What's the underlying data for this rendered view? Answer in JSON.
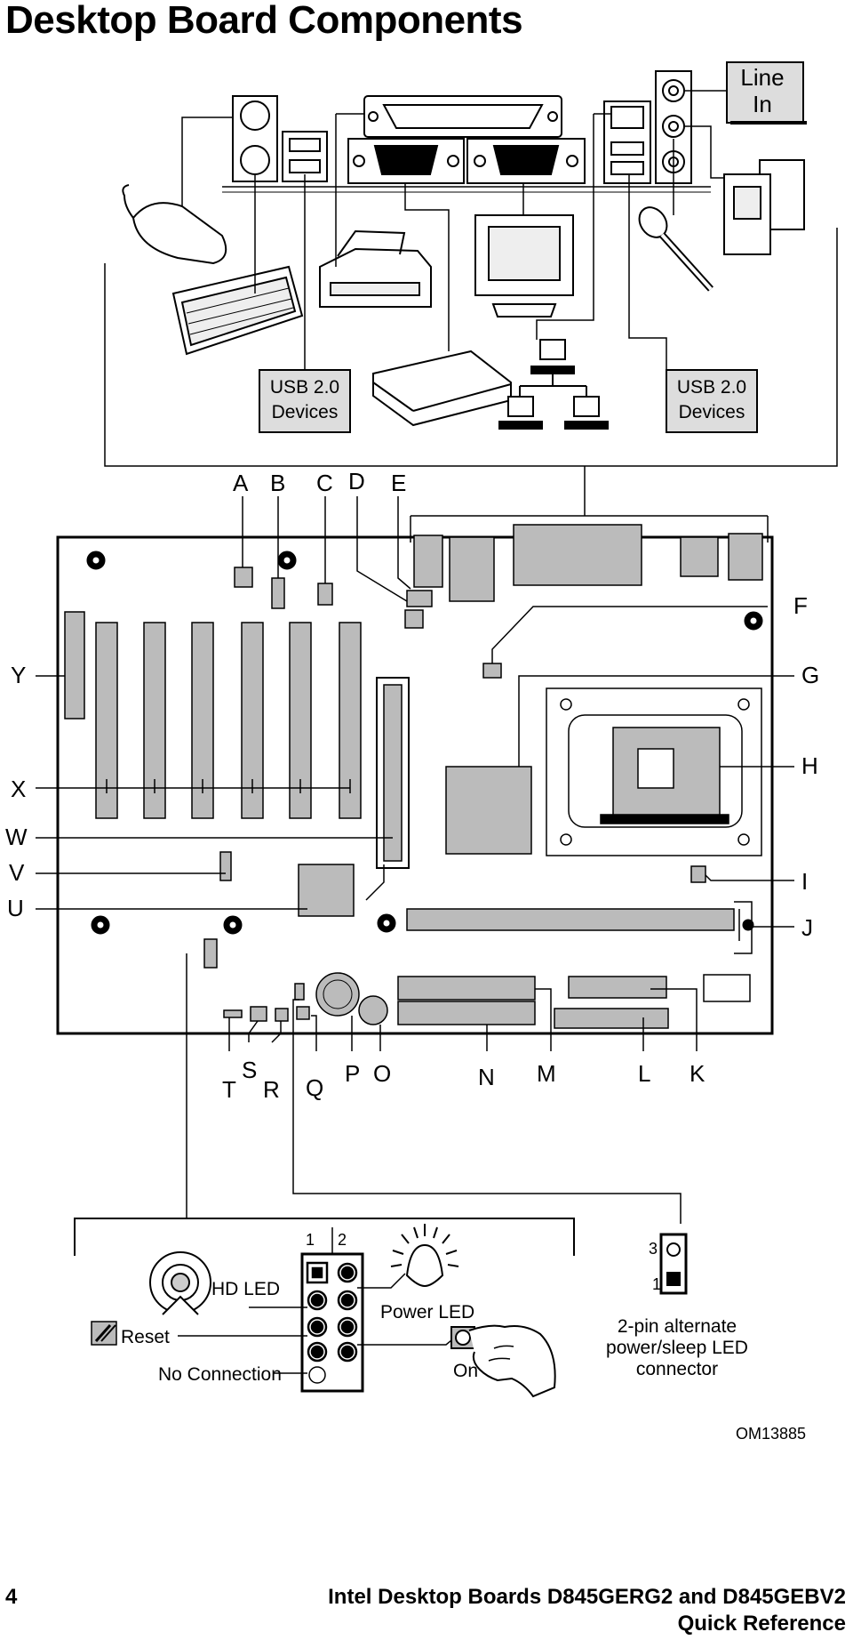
{
  "page": {
    "title": "Desktop Board Components",
    "page_number": "4",
    "footer_line1": "Intel Desktop Boards D845GERG2 and D845GEBV2",
    "footer_line2": "Quick Reference",
    "figure_id": "OM13885"
  },
  "peripherals": {
    "line_in": [
      "Line",
      "In"
    ],
    "usb_left": [
      "USB 2.0",
      "Devices"
    ],
    "usb_right": [
      "USB 2.0",
      "Devices"
    ]
  },
  "board_labels": {
    "A": "A",
    "B": "B",
    "C": "C",
    "D": "D",
    "E": "E",
    "F": "F",
    "G": "G",
    "H": "H",
    "I": "I",
    "J": "J",
    "K": "K",
    "L": "L",
    "M": "M",
    "N": "N",
    "O": "O",
    "P": "P",
    "Q": "Q",
    "R": "R",
    "S": "S",
    "T": "T",
    "U": "U",
    "V": "V",
    "W": "W",
    "X": "X",
    "Y": "Y"
  },
  "front_panel": {
    "hd_led": "HD LED",
    "reset": "Reset",
    "no_connection": "No Connection",
    "power_led": "Power LED",
    "on": "On",
    "pin1": "1",
    "pin2": "2"
  },
  "alt_led": {
    "pin3": "3",
    "pin1": "1",
    "caption": [
      "2-pin alternate",
      "power/sleep LED",
      "connector"
    ]
  }
}
